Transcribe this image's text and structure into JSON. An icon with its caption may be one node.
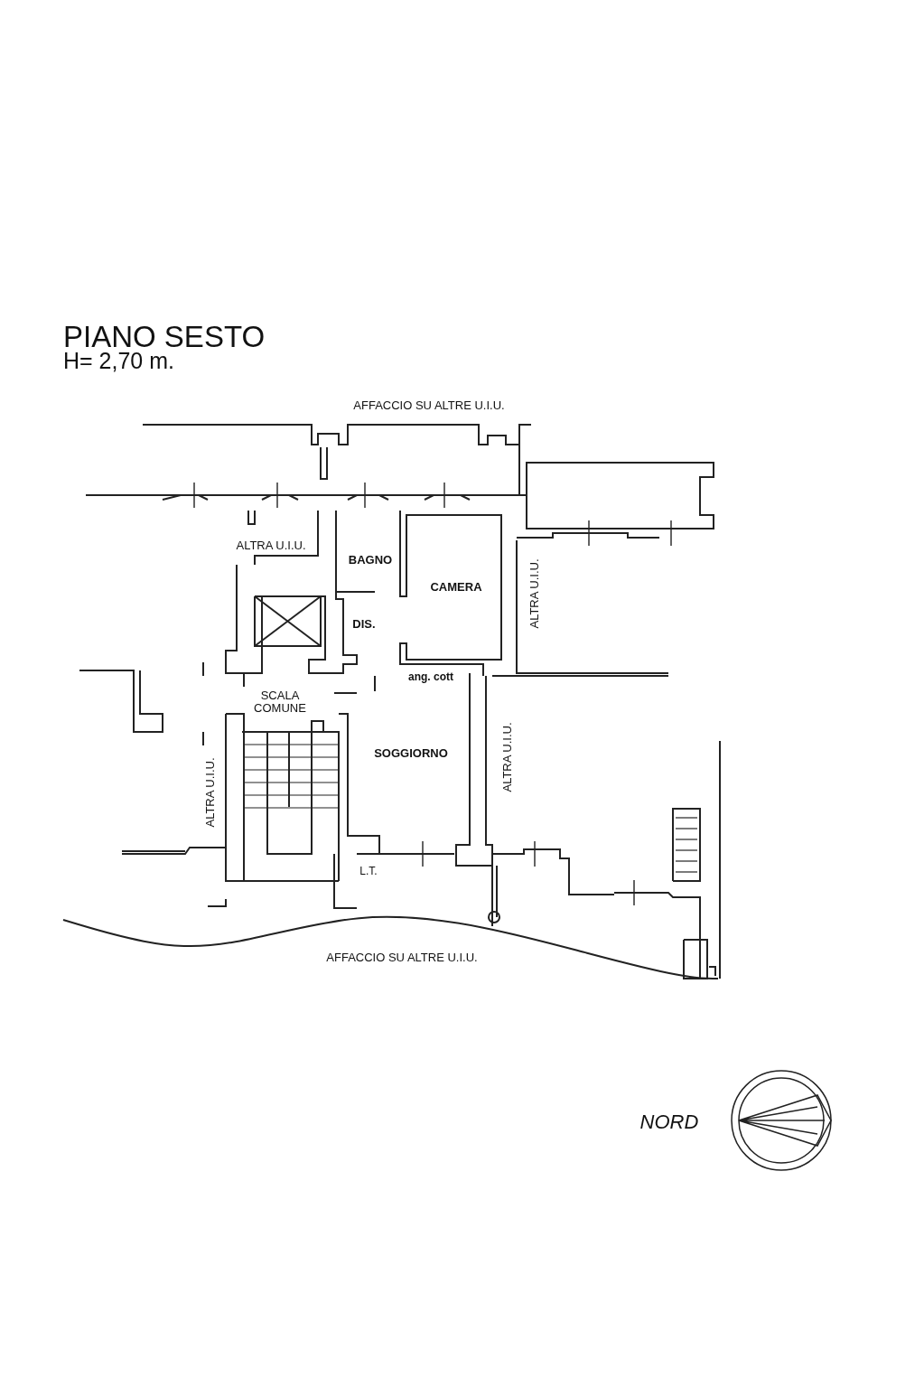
{
  "diagram": {
    "title": "PIANO SESTO",
    "labels": [
      "H= 2,70 m.",
      "AFFACCIO SU ALTRE U.I.U.",
      "ALTRA U.I.U.",
      "BAGNO",
      "CAMERA",
      "DIS.",
      "ALTRA U.I.U.",
      "ang. cott",
      "SCALA COMUNE",
      "SOGGIORNO",
      "ALTRA U.I.U.",
      "ALTRA U.I.U.",
      "L.T.",
      "AFFACCIO SU ALTRE U.I.U.",
      "NORD"
    ]
  }
}
